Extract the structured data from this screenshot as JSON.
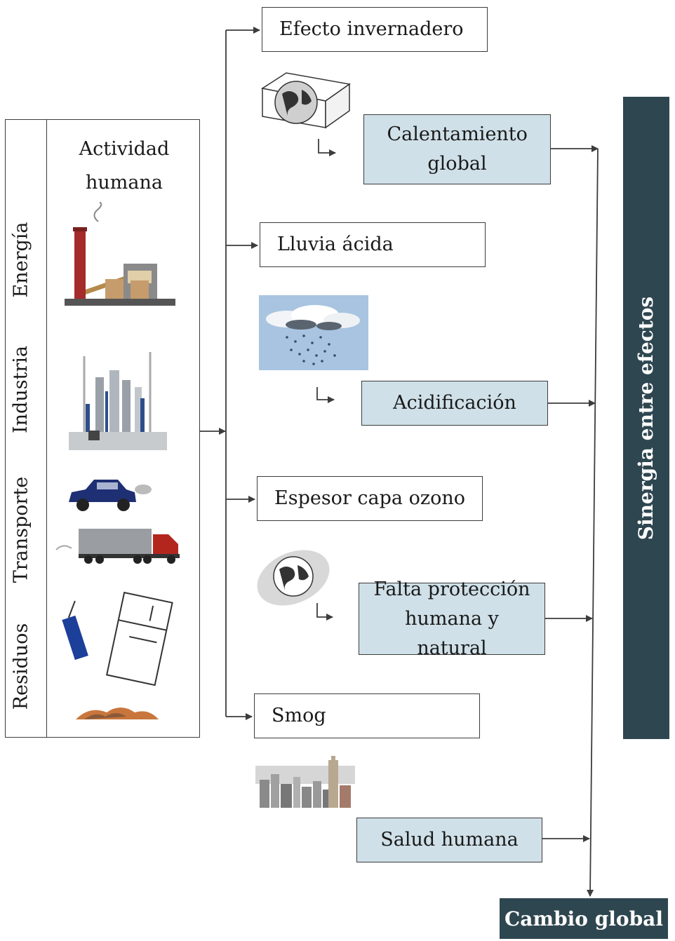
{
  "panel": {
    "title": "Actividad humana",
    "sectors": [
      "Energía",
      "Industria",
      "Transporte",
      "Residuos"
    ]
  },
  "causes": [
    "Efecto invernadero",
    "Lluvia ácida",
    "Espesor capa ozono",
    "Smog"
  ],
  "effects": [
    "Calentamiento global",
    "Acidificación",
    "Falta protección humana y natural",
    "Salud humana"
  ],
  "sinergia": "Sinergia entre efectos",
  "result": "Cambio global",
  "colors": {
    "effect_fill": "#cfe0e8",
    "dark_panel": "#2e4650",
    "line": "#3c3c3c"
  }
}
